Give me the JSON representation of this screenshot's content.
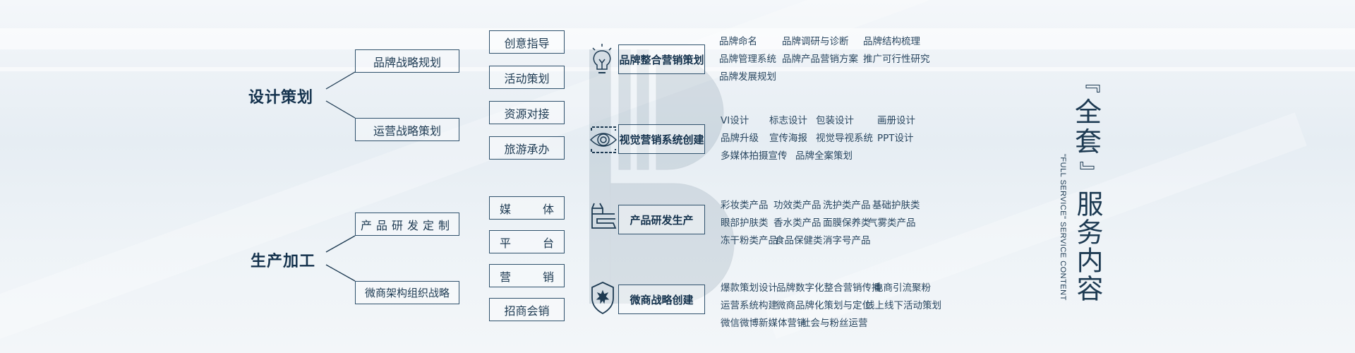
{
  "left": {
    "groups": [
      {
        "title": "设计策划",
        "subs": [
          "品牌战略规划",
          "运营战略策划"
        ]
      },
      {
        "title": "生产加工",
        "subs": [
          "产品研发定制",
          "微商架构组织战略"
        ]
      }
    ],
    "tags_top": [
      "创意指导",
      "活动策划",
      "资源对接",
      "旅游承办"
    ],
    "tags_bottom": [
      [
        "媒",
        "体"
      ],
      [
        "平",
        "台"
      ],
      [
        "营",
        "销"
      ],
      "招商会销"
    ]
  },
  "services": [
    {
      "icon": "lightbulb-icon",
      "label": "品牌整合营销策划",
      "items": [
        [
          "品牌命名",
          "品牌调研与诊断",
          "品牌结构梳理"
        ],
        [
          "品牌管理系统",
          "品牌产品营销方案",
          "推广可行性研究"
        ],
        [
          "品牌发展规划"
        ]
      ]
    },
    {
      "icon": "eye-icon",
      "label": "视觉营销系统创建",
      "items": [
        [
          "VI设计",
          "标志设计",
          "包装设计",
          "画册设计"
        ],
        [
          "品牌升级",
          "宣传海报",
          "视觉导视系统",
          "PPT设计"
        ],
        [
          "多媒体拍摄宣传",
          "品牌全案策划"
        ]
      ]
    },
    {
      "icon": "product-icon",
      "label": "产品研发生产",
      "items": [
        [
          "彩妆类产品",
          "功效类产品",
          "洗护类产品",
          "基础护肤类"
        ],
        [
          "眼部护肤类",
          "香水类产品",
          "面膜保养类",
          "气雾类产品"
        ],
        [
          "冻干粉类产品",
          "食品保健类",
          "消字号产品"
        ]
      ]
    },
    {
      "icon": "shield-icon",
      "label": "微商战略创建",
      "items": [
        [
          "爆款策划设计",
          "品牌数字化整合营销传播",
          "电商引流聚粉"
        ],
        [
          "运营系统构建",
          "微商品牌化策划与定位",
          "线上线下活动策划"
        ],
        [
          "微信微博新媒体营销",
          "社会与粉丝运营"
        ]
      ]
    }
  ],
  "side": {
    "open": "『",
    "c1": "全",
    "c2": "套",
    "close": "』",
    "rest": "服务内容",
    "english": "\"FULL SERVICE\" SERVICE CONTENT"
  },
  "colors": {
    "navy": "#1d3a52"
  }
}
